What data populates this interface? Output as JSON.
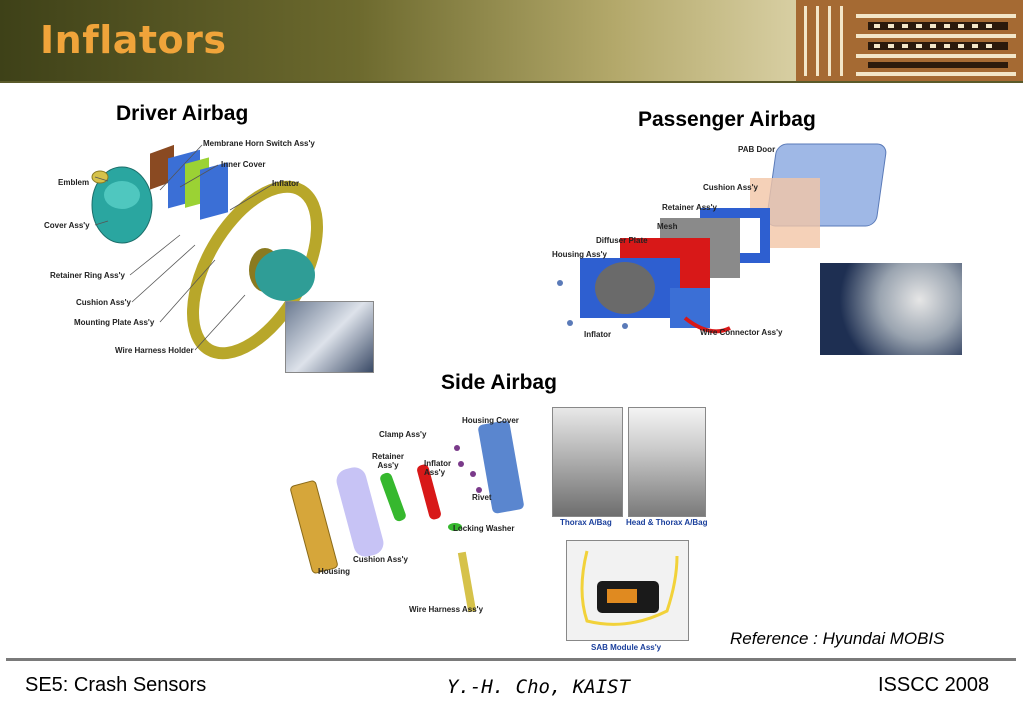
{
  "slide": {
    "title": "Inflators"
  },
  "driver": {
    "heading": "Driver Airbag",
    "labels": [
      "Membrane Horn Switch Ass'y",
      "Inner Cover",
      "Inflator",
      "Emblem",
      "Cover Ass'y",
      "Retainer Ring Ass'y",
      "Cushion Ass'y",
      "Mounting Plate Ass'y",
      "Wire Harness Holder"
    ]
  },
  "passenger": {
    "heading": "Passenger Airbag",
    "labels": [
      "PAB Door",
      "Cushion Ass'y",
      "Retainer  Ass'y",
      "Mesh",
      "Diffuser Plate",
      "Housing Ass'y",
      "Inflator",
      "Wire Connector Ass'y"
    ]
  },
  "side": {
    "heading": "Side Airbag",
    "labels": [
      "Housing Cover",
      "Clamp Ass'y",
      "Retainer Ass'y",
      "Inflator Ass'y",
      "Rivet",
      "Locking Washer",
      "Housing",
      "Cushion Ass'y",
      "Wire Harness Ass'y"
    ],
    "captions": [
      "Thorax A/Bag",
      "Head & Thorax A/Bag",
      "SAB Module Ass'y"
    ]
  },
  "reference": "Reference : Hyundai MOBIS",
  "footer": {
    "left": "SE5: Crash Sensors",
    "center": "Y.-H. Cho, KAIST",
    "right": "ISSCC 2008"
  },
  "colors": {
    "title": "#f0a43a",
    "header_dark": "#3e4118",
    "label_blue": "#1a3f9c"
  }
}
